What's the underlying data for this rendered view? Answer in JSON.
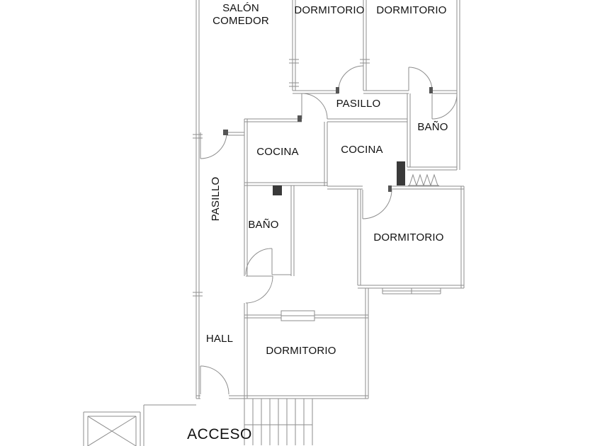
{
  "colors": {
    "background": "#ffffff",
    "wall_line": "#8d8d8d",
    "dark_fixture": "#3a3a3a",
    "label_text": "#111111"
  },
  "rooms": {
    "salon_comedor": "SALÓN\nCOMEDOR",
    "dormitorio_top_1": "DORMITORIO",
    "dormitorio_top_2": "DORMITORIO",
    "pasillo_top": "PASILLO",
    "bano_top": "BAÑO",
    "cocina_1": "COCINA",
    "cocina_2": "COCINA",
    "pasillo_vertical": "PASILLO",
    "bano_mid": "BAÑO",
    "dormitorio_right": "DORMITORIO",
    "hall": "HALL",
    "dormitorio_bottom": "DORMITORIO",
    "acceso": "ACCESO"
  }
}
